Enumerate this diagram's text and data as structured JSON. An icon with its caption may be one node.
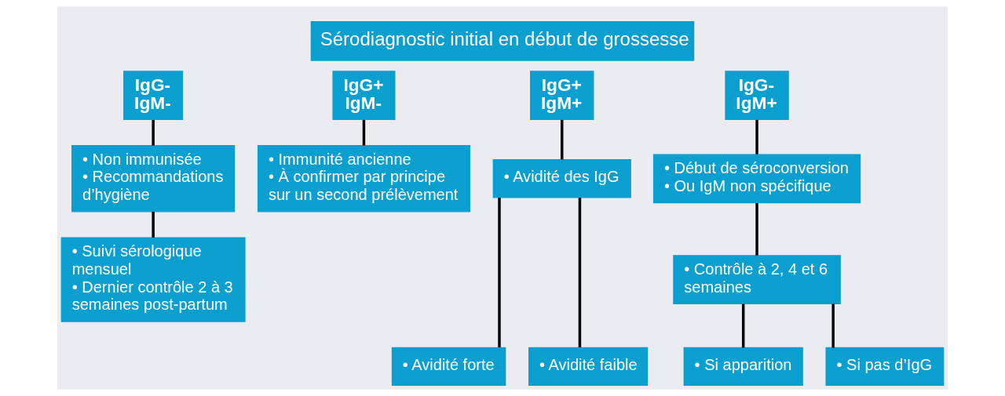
{
  "diagram": {
    "title": "Sérodiagnostic initial en début de grossesse",
    "nodes": [
      {
        "text": [
          "IgG-",
          "IgM-"
        ]
      },
      {
        "text": [
          "IgG+",
          "IgM-"
        ]
      },
      {
        "text": [
          "IgG+",
          "IgM+"
        ]
      },
      {
        "text": [
          "IgG-",
          "IgM+"
        ]
      },
      {
        "text": [
          "• Non immunisée",
          "• Recommandations d’hygiène"
        ]
      },
      {
        "text": [
          "• Immunité ancienne",
          "• À confirmer par principe sur un second prélèvement"
        ]
      },
      {
        "text": [
          "• Avidité des IgG"
        ]
      },
      {
        "text": [
          "• Début de séroconversion",
          "• Ou IgM non spécifique"
        ]
      },
      {
        "text": [
          "• Suivi sérologique mensuel",
          "• Dernier contrôle 2 à 3 semaines post-partum"
        ]
      },
      {
        "text": [
          "• Contrôle à 2, 4 et 6 semaines"
        ]
      },
      {
        "text": [
          "• Avidité forte"
        ]
      },
      {
        "text": [
          "• Avidité faible"
        ]
      },
      {
        "text": [
          "• Si apparition"
        ]
      },
      {
        "text": [
          "• Si pas d’IgG"
        ]
      }
    ],
    "edges": [
      {
        "from": 0,
        "to": 4,
        "arrow": "none"
      },
      {
        "from": 1,
        "to": 5,
        "arrow": "none"
      },
      {
        "from": 2,
        "to": 6,
        "arrow": "none"
      },
      {
        "from": 3,
        "to": 7,
        "arrow": "none"
      },
      {
        "from": 4,
        "to": 8,
        "arrow": "none"
      },
      {
        "from": 6,
        "to": 10,
        "arrow": "none"
      },
      {
        "from": 6,
        "to": 11,
        "arrow": "none"
      },
      {
        "from": 7,
        "to": 9,
        "arrow": "none"
      },
      {
        "from": 9,
        "to": 12,
        "arrow": "none"
      },
      {
        "from": 9,
        "to": 13,
        "arrow": "none"
      }
    ]
  }
}
